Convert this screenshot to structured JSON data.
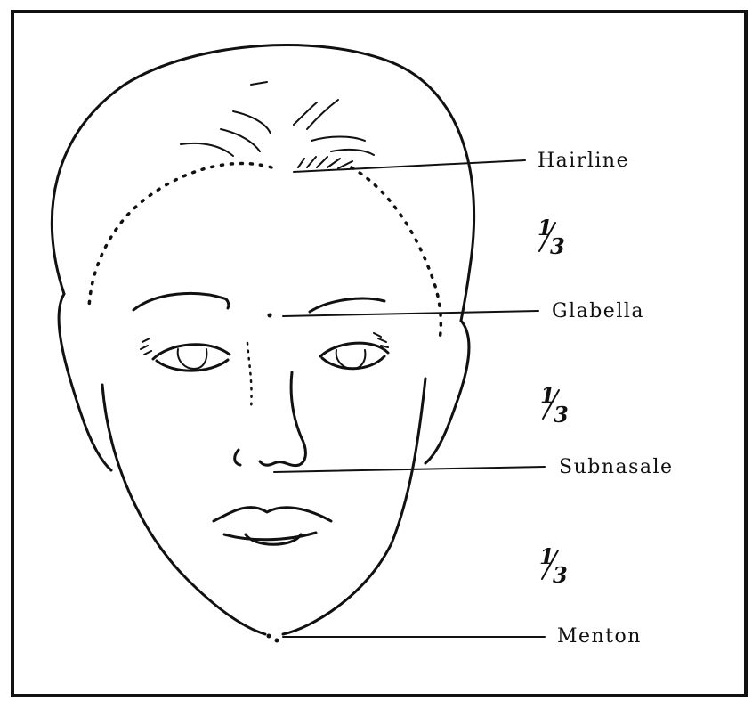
{
  "diagram": {
    "landmarks": [
      {
        "id": "hairline",
        "label": "Hairline"
      },
      {
        "id": "glabella",
        "label": "Glabella"
      },
      {
        "id": "subnasale",
        "label": "Subnasale"
      },
      {
        "id": "menton",
        "label": "Menton"
      }
    ],
    "thirds": [
      {
        "id": "upper",
        "numerator": "1",
        "denominator": "3"
      },
      {
        "id": "middle",
        "numerator": "1",
        "denominator": "3"
      },
      {
        "id": "lower",
        "numerator": "1",
        "denominator": "3"
      }
    ]
  }
}
